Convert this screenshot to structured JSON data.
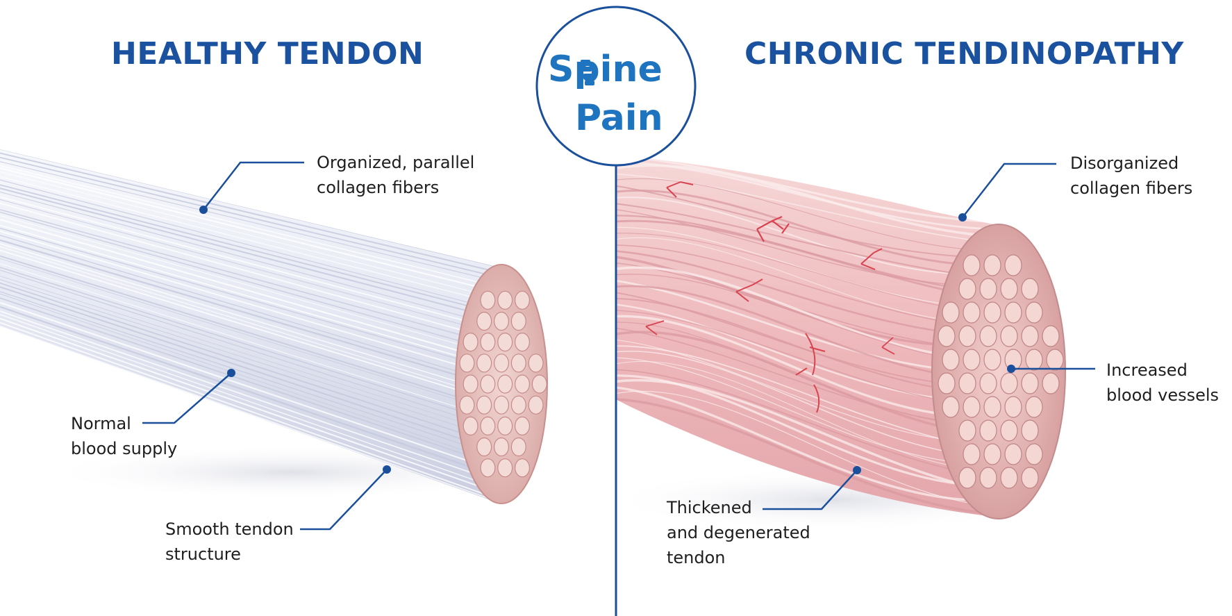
{
  "left_panel": {
    "title": "HEALTHY TENDON",
    "labels": {
      "fibers": [
        "Organized, parallel",
        "collagen fibers"
      ],
      "blood": [
        "Normal",
        "blood supply"
      ],
      "structure": [
        "Smooth tendon",
        "structure"
      ]
    }
  },
  "right_panel": {
    "title": "CHRONIC TENDINOPATHY",
    "labels": {
      "fibers": [
        "Disorganized",
        "collagen fibers"
      ],
      "vessels": [
        "Increased",
        "blood vessels"
      ],
      "thickened": [
        "Thickened",
        "and degenerated",
        "tendon"
      ]
    }
  },
  "logo": {
    "line1": "Spine",
    "line2": "Pain"
  },
  "colors": {
    "title_blue": "#1a52a0",
    "logo_blue": "#1e74bf",
    "divider": "#1a4f9c",
    "leader": "#1a4f9c",
    "healthy_fiber": "#e4e7f2",
    "tendinopathy_fiber": "#f1c4c6",
    "vessel": "#d8434f",
    "cross_section": "#e9c3c0"
  }
}
